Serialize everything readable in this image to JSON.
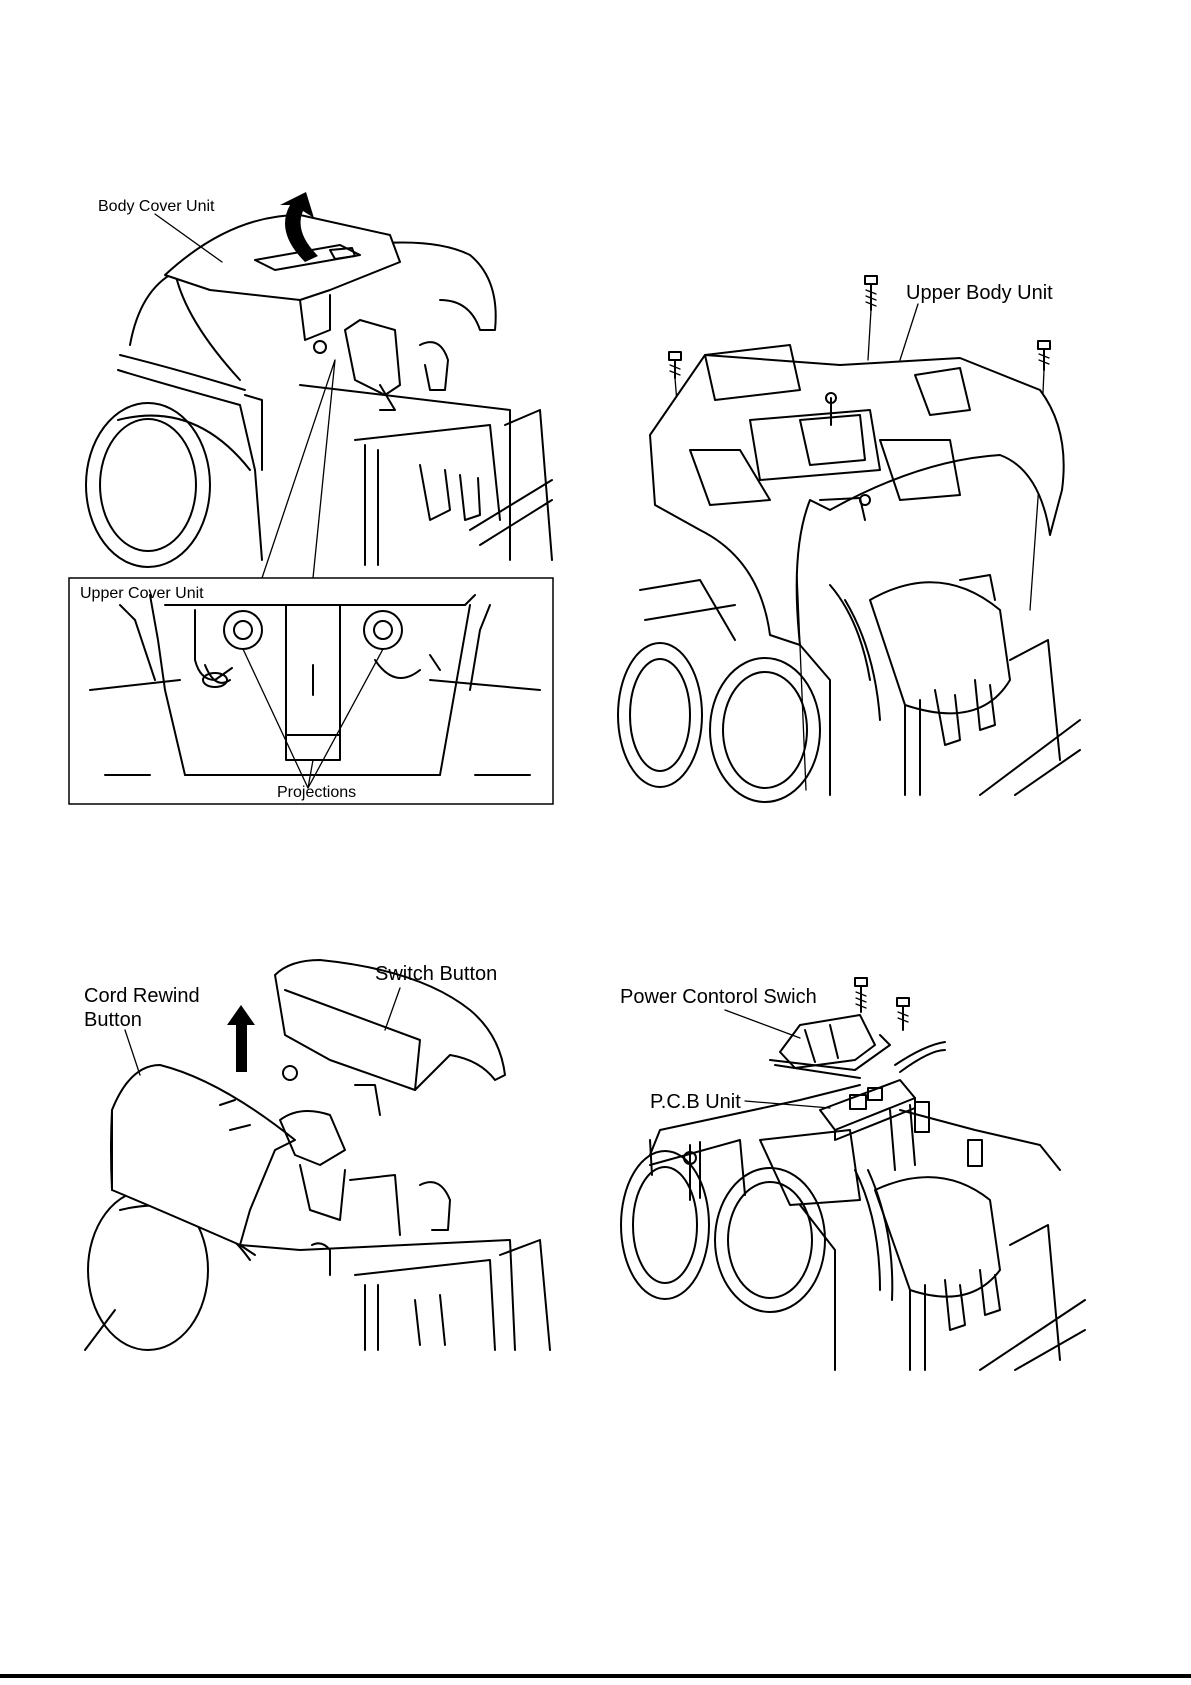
{
  "figures": [
    {
      "id": "fig1",
      "labels": {
        "body_cover_unit": "Body Cover Unit",
        "upper_cover_unit": "Upper Cover Unit",
        "projections": "Projections"
      }
    },
    {
      "id": "fig2",
      "labels": {
        "upper_body_unit": "Upper Body Unit"
      }
    },
    {
      "id": "fig3",
      "labels": {
        "cord_rewind_line1": "Cord Rewind",
        "cord_rewind_line2": "Button",
        "switch_button": "Switch Button"
      }
    },
    {
      "id": "fig4",
      "labels": {
        "power_control_switch": "Power Contorol Swich",
        "pcb_unit": "P.C.B Unit"
      }
    }
  ]
}
